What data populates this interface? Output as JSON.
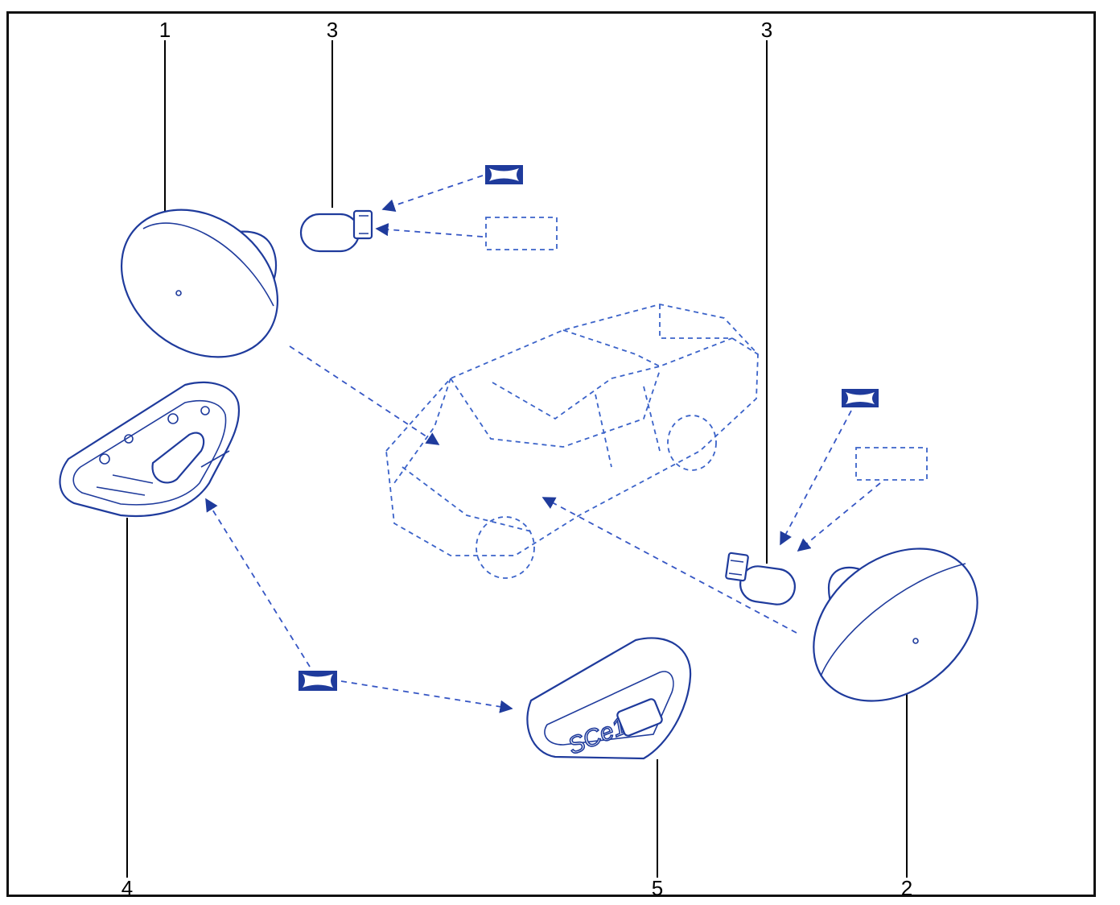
{
  "diagram": {
    "callouts": {
      "part_1": "1",
      "part_2": "2",
      "part_3_left": "3",
      "part_3_right": "3",
      "part_4": "4",
      "part_5": "5"
    },
    "badge_text": "SCe150",
    "colors": {
      "line": "#1f3b9c",
      "dashed": "#3b63c9",
      "frame": "#111111"
    }
  }
}
